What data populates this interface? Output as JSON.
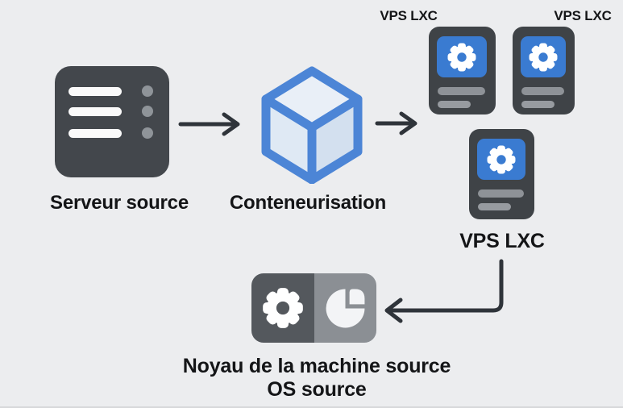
{
  "diagram": {
    "nodes": {
      "server": {
        "label": "Serveur source",
        "icon": "server-icon"
      },
      "containerization": {
        "label": "Conteneurisation",
        "icon": "cube-icon"
      },
      "vps_top_left": {
        "label": "VPS LXC",
        "icon": "container-gear-icon"
      },
      "vps_top_right": {
        "label": "VPS LXC",
        "icon": "container-gear-icon"
      },
      "vps_main": {
        "label": "VPS LXC",
        "icon": "container-gear-icon"
      },
      "kernel": {
        "label_line1": "Noyau de la machine source",
        "label_line2": "OS source",
        "icons": [
          "gear-icon",
          "pie-chart-icon"
        ]
      }
    },
    "edges": [
      {
        "from": "server",
        "to": "containerization",
        "style": "arrow-right"
      },
      {
        "from": "containerization",
        "to": "vps_group",
        "style": "arrow-right"
      },
      {
        "from": "vps_main",
        "to": "kernel",
        "style": "arrow-elbow-left"
      }
    ],
    "colors": {
      "background": "#ecedef",
      "dark_node": "#43474c",
      "container_dark": "#3f4347",
      "accent_blue": "#3a7bd1",
      "cube_stroke": "#4c85d6",
      "cube_fill_top": "#e9eff7",
      "cube_fill_left": "#dfe9f4",
      "cube_fill_right": "#d3e0ef",
      "arrow": "#2f343a",
      "kernel_left": "#54585d",
      "kernel_right": "#8b8f94",
      "text": "#141517"
    }
  }
}
